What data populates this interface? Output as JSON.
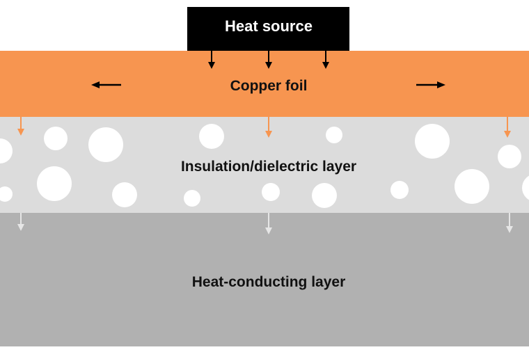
{
  "heat_source": {
    "label": "Heat source",
    "color": "#000000",
    "text_color": "#ffffff"
  },
  "layers": [
    {
      "id": "copper",
      "label": "Copper foil",
      "color": "#f79550"
    },
    {
      "id": "insulation",
      "label": "Insulation/dielectric layer",
      "color": "#dcdcdc"
    },
    {
      "id": "conducting",
      "label": "Heat-conducting layer",
      "color": "#b1b1b1"
    }
  ],
  "colors": {
    "arrow_black": "#000000",
    "arrow_orange": "#f79550",
    "arrow_light": "#e6e6e6",
    "particle": "#ffffff"
  }
}
